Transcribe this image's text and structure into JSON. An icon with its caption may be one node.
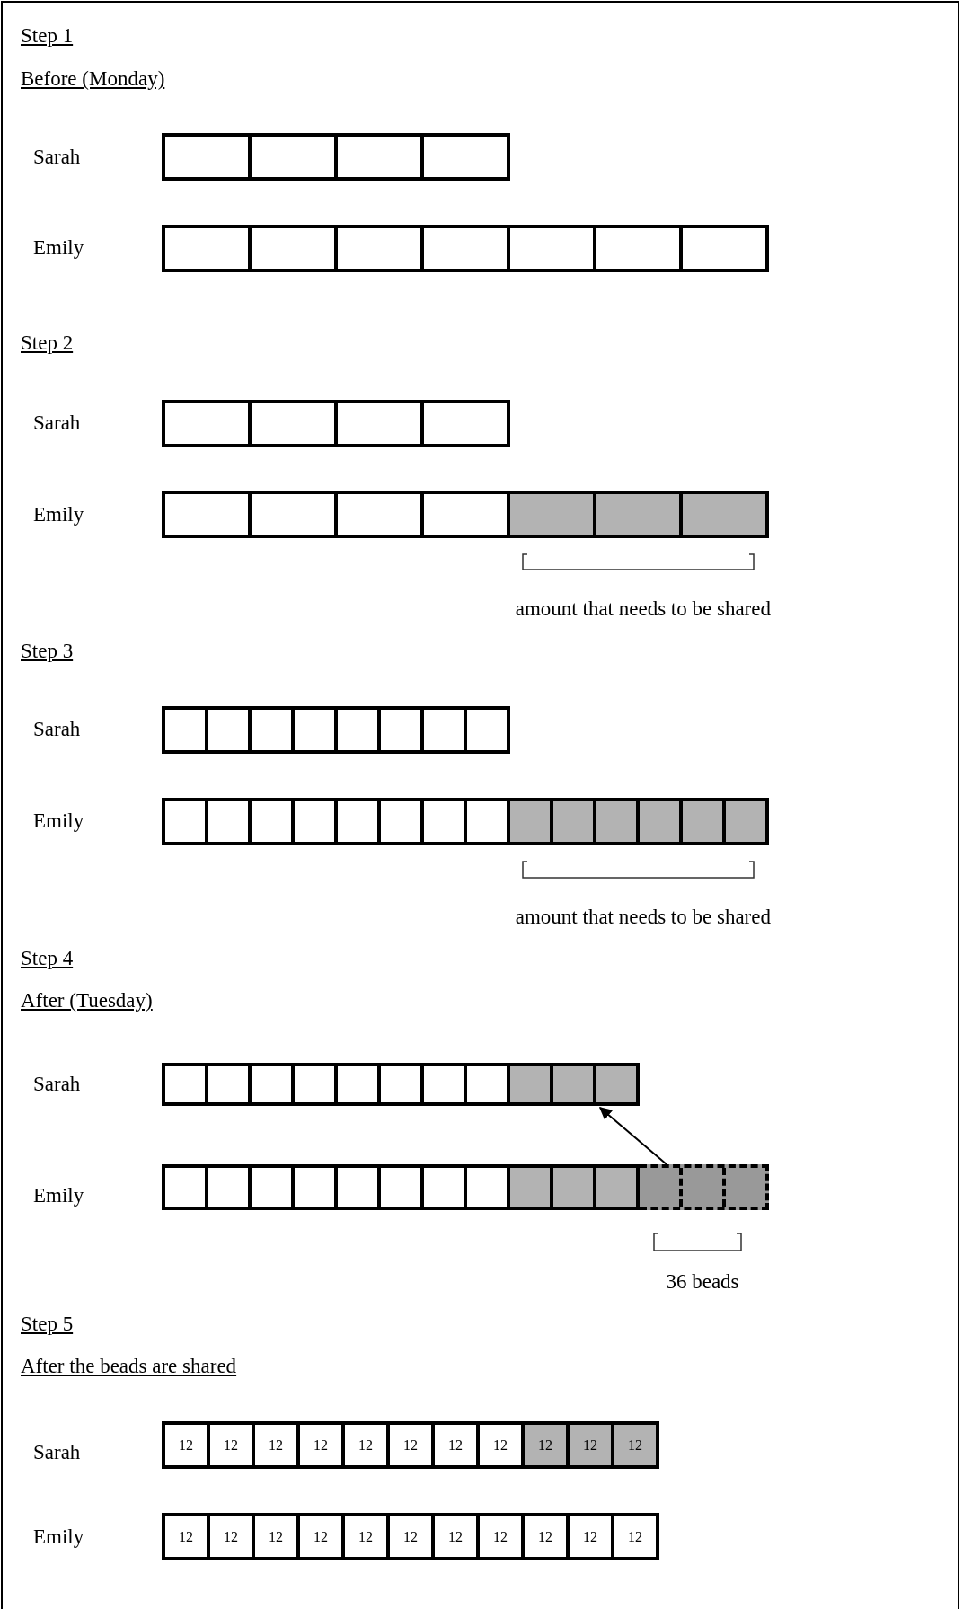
{
  "diagram": {
    "nodes": [
      {
        "text": [],
        "shape": "bar"
      },
      {
        "text": [],
        "shape": "bar"
      },
      {
        "text": [],
        "shape": "bar"
      },
      {
        "text": [],
        "shape": "bar"
      },
      {
        "text": [],
        "shape": "bar"
      },
      {
        "text": [],
        "shape": "bar"
      },
      {
        "text": [],
        "shape": "bar"
      },
      {
        "text": [],
        "shape": "bar"
      },
      {
        "text": [],
        "shape": "bar"
      },
      {
        "text": [],
        "shape": "bar"
      },
      {
        "text": [
          "12"
        ],
        "in": 9
      },
      {
        "text": [
          "12"
        ],
        "in": 9
      },
      {
        "text": [
          "12"
        ],
        "in": 9
      },
      {
        "text": [
          "12"
        ],
        "in": 9
      },
      {
        "text": [
          "12"
        ],
        "in": 9
      },
      {
        "text": [
          "12"
        ],
        "in": 9
      },
      {
        "text": [
          "12"
        ],
        "in": 9
      },
      {
        "text": [
          "12"
        ],
        "in": 9
      },
      {
        "text": [
          "12"
        ],
        "in": 9
      },
      {
        "text": [
          "12"
        ],
        "in": 9
      },
      {
        "text": [
          "12"
        ],
        "in": 9
      },
      {
        "text": [],
        "shape": "bar"
      },
      {
        "text": [
          "12"
        ],
        "in": 21
      },
      {
        "text": [
          "12"
        ],
        "in": 21
      },
      {
        "text": [
          "12"
        ],
        "in": 21
      },
      {
        "text": [
          "12"
        ],
        "in": 21
      },
      {
        "text": [
          "12"
        ],
        "in": 21
      },
      {
        "text": [
          "12"
        ],
        "in": 21
      },
      {
        "text": [
          "12"
        ],
        "in": 21
      },
      {
        "text": [
          "12"
        ],
        "in": 21
      },
      {
        "text": [
          "12"
        ],
        "in": 21
      },
      {
        "text": [
          "12"
        ],
        "in": 21
      },
      {
        "text": [
          "12"
        ],
        "in": 21
      }
    ],
    "edges": [
      {
        "from": 8,
        "to": 6,
        "arrow": "to"
      }
    ],
    "labels": [
      "Step 1",
      "Before (Monday)",
      "Sarah",
      "Emily",
      "Step 2",
      "Sarah",
      "Emily",
      "amount that needs to be shared",
      "Step 3",
      "Sarah",
      "Emily",
      "amount that needs to be shared",
      "Step 4",
      "After (Tuesday)",
      "Sarah",
      "Emily",
      "36 beads",
      "Step 5",
      "After the beads are shared",
      "Sarah",
      "Emily"
    ]
  }
}
